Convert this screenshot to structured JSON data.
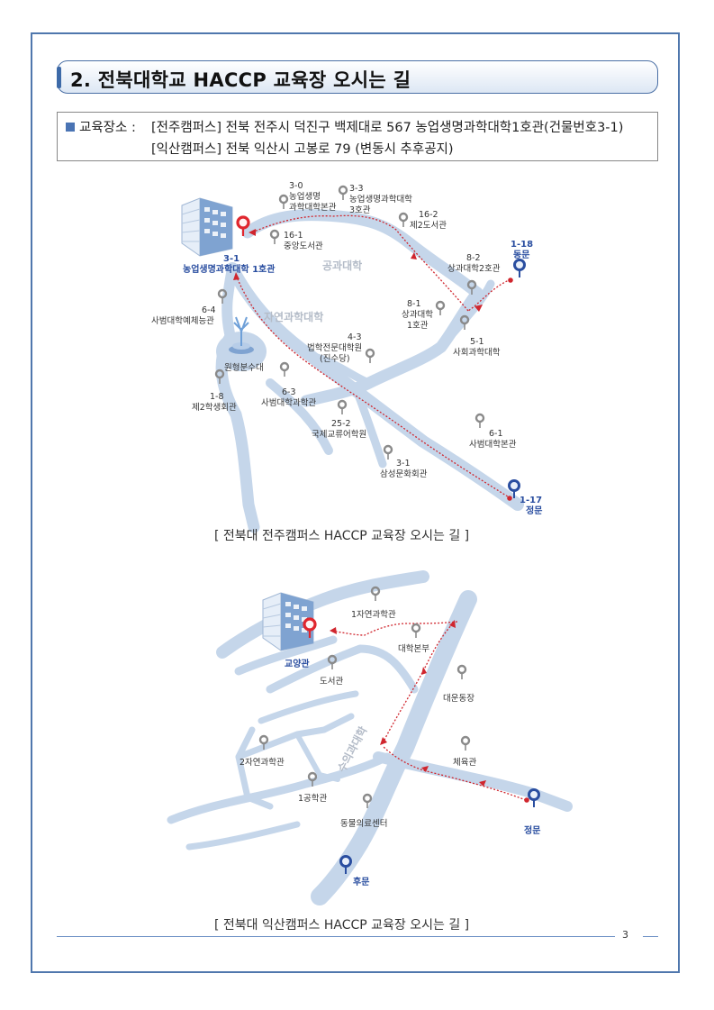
{
  "section_title": "2. 전북대학교 HACCP 교육장 오시는 길",
  "info": {
    "label": "교육장소 :",
    "line1": "[전주캠퍼스] 전북 전주시 덕진구 백제대로 567 농업생명과학대학1호관(건물번호3-1)",
    "line2": "[익산캠퍼스] 전북 익산시 고봉로 79 (변동시 추후공지)"
  },
  "map1": {
    "caption": "[ 전북대 전주캠퍼스 HACCP 교육장 오시는 길 ]",
    "dest_code": "3-1",
    "dest_name": "농업생명과학대학 1호관",
    "east_gate_code": "1-18",
    "east_gate_name": "동문",
    "main_gate_code": "1-17",
    "main_gate_name": "정문",
    "zone1": "공과대학",
    "zone2": "자연과학대학",
    "fountain": "원형분수대",
    "pois": [
      {
        "code": "3-0",
        "name1": "농업생명",
        "name2": "과학대학본관"
      },
      {
        "code": "3-3",
        "name1": "농업생명과학대학",
        "name2": "3호관"
      },
      {
        "code": "16-2",
        "name1": "제2도서관",
        "name2": ""
      },
      {
        "code": "16-1",
        "name1": "중앙도서관",
        "name2": ""
      },
      {
        "code": "8-2",
        "name1": "상과대학2호관",
        "name2": ""
      },
      {
        "code": "6-4",
        "name1": "사범대학예체능관",
        "name2": ""
      },
      {
        "code": "8-1",
        "name1": "상과대학",
        "name2": "1호관"
      },
      {
        "code": "5-1",
        "name1": "사회과학대학",
        "name2": ""
      },
      {
        "code": "4-3",
        "name1": "법학전문대학원",
        "name2": "(진수당)"
      },
      {
        "code": "1-8",
        "name1": "제2학생회관",
        "name2": ""
      },
      {
        "code": "6-3",
        "name1": "사범대학과학관",
        "name2": ""
      },
      {
        "code": "25-2",
        "name1": "국제교류어학원",
        "name2": ""
      },
      {
        "code": "6-1",
        "name1": "사범대학본관",
        "name2": ""
      },
      {
        "code": "3-1",
        "name1": "삼성문화회관",
        "name2": ""
      }
    ]
  },
  "map2": {
    "caption": "[ 전북대 익산캠퍼스 HACCP 교육장 오시는 길 ]",
    "dest_name": "교양관",
    "main_gate": "정문",
    "back_gate": "후문",
    "road_name": "수의과대학",
    "pois": [
      "1자연과학관",
      "대학본부",
      "도서관",
      "대운동장",
      "2자연과학관",
      "체육관",
      "1공학관",
      "동물의료센터"
    ]
  },
  "page_number": "3",
  "colors": {
    "frame": "#4f77ad",
    "road": "#c5d6ea",
    "route": "#d0262e",
    "pin_red": "#e0262e",
    "pin_blue": "#2a4ea0",
    "pin_gray": "#8a8a8a"
  }
}
